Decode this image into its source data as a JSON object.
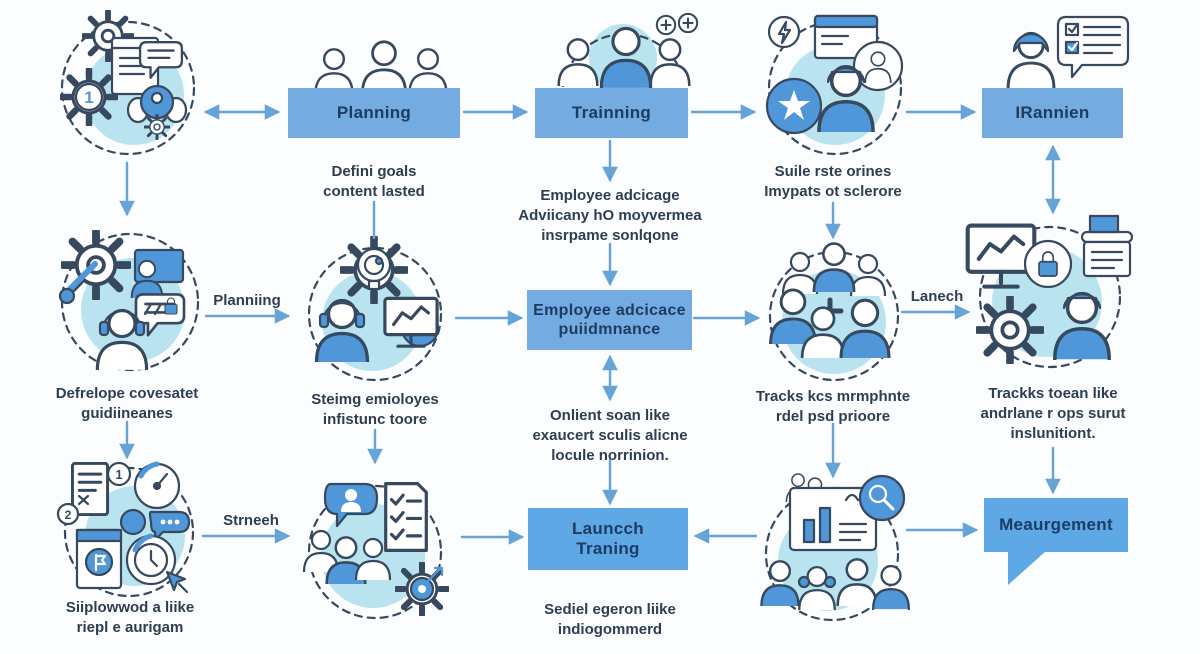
{
  "palette": {
    "bg": "#fcfdfe",
    "box_fill": "#74abe0",
    "box_fill_bright": "#5fa8e6",
    "box_text": "#1d3c64",
    "arrow": "#66a4d8",
    "caption_text": "#2e3e50",
    "outline": "#37495e",
    "icon_blue": "#4f97d8",
    "blob": "#b9e4ef"
  },
  "boxes": {
    "planning": "Planning",
    "trainning": "Trainning",
    "irannien": "IRannien",
    "employee_l1": "Employee adcicace",
    "employee_l2": "puiidmnance",
    "launch_l1": "Launcch",
    "launch_l2": "Traning",
    "measurement": "Meaurgement"
  },
  "edge_labels": {
    "planniing": "Planniing",
    "lanech": "Lanech",
    "strneeh": "Strneeh"
  },
  "captions": {
    "define_goals": {
      "l1": "Defini goals",
      "l2": "content lasted"
    },
    "employee_addicage": {
      "l1": "Employee adcicage",
      "l2": "Adviicany hO moyvermea",
      "l3": "insrpame sonlqone"
    },
    "suile_rste": {
      "l1": "Suile rste orines",
      "l2": "Imypats ot sclerore"
    },
    "defrelope": {
      "l1": "Defrelope covesatet",
      "l2": "guidiineanes"
    },
    "steimg": {
      "l1": "Steimg emioloyes",
      "l2": "infistunc toore"
    },
    "onlient": {
      "l1": "Onlient soan like",
      "l2": "exaucert sculis alicne",
      "l3": "locule norrinion."
    },
    "tracks_kcs": {
      "l1": "Tracks kcs mrmphnte",
      "l2": "rdel psd prioore"
    },
    "trackks_toean": {
      "l1": "Trackks toean like",
      "l2": "andrlane r ops surut",
      "l3": "inslunitiont."
    },
    "siiplowwod": {
      "l1": "Siiplowwod a liike",
      "l2": "riepl e aurigam"
    },
    "sediel": {
      "l1": "Sediel egeron liike",
      "l2": "indiogommerd"
    }
  },
  "icon_clusters": {
    "r1c1": [
      "gear-icon",
      "browser-chat-icon",
      "gear-number-one-icon",
      "process-gears-icon"
    ],
    "planning_people": [
      "team-icon"
    ],
    "trainning_people": [
      "team-icon",
      "plus-badge-icon"
    ],
    "r1c4": [
      "monitor-icon",
      "globe-star-icon",
      "person-icon",
      "user-badge-icon",
      "lightning-badge-icon"
    ],
    "irannien_person": [
      "person-icon",
      "checklist-chat-icon"
    ],
    "r2c1": [
      "gear-wrench-icon",
      "workstation-person-icon",
      "code-chat-lock-icon",
      "headset-person-icon"
    ],
    "r2c2": [
      "idea-gear-bulb-icon",
      "headset-person-icon",
      "chart-monitor-icon"
    ],
    "r2c4": [
      "team-group-icon",
      "plus-cross-icon"
    ],
    "r2c5": [
      "chart-monitor-icon",
      "lock-badge-icon",
      "document-icon",
      "gear-icon",
      "worker-person-icon"
    ],
    "r3c1": [
      "document-x-icon",
      "number-badge-icon",
      "gauge-icon",
      "chat-dots-icon",
      "flag-app-icon",
      "timer-icon",
      "cursor-icon"
    ],
    "r3c2": [
      "person-chat-icon",
      "team-icon",
      "checklist-icon",
      "target-gear-icon"
    ],
    "r3c4": [
      "presentation-chart-icon",
      "magnifier-badge-icon",
      "audience-icon"
    ]
  }
}
